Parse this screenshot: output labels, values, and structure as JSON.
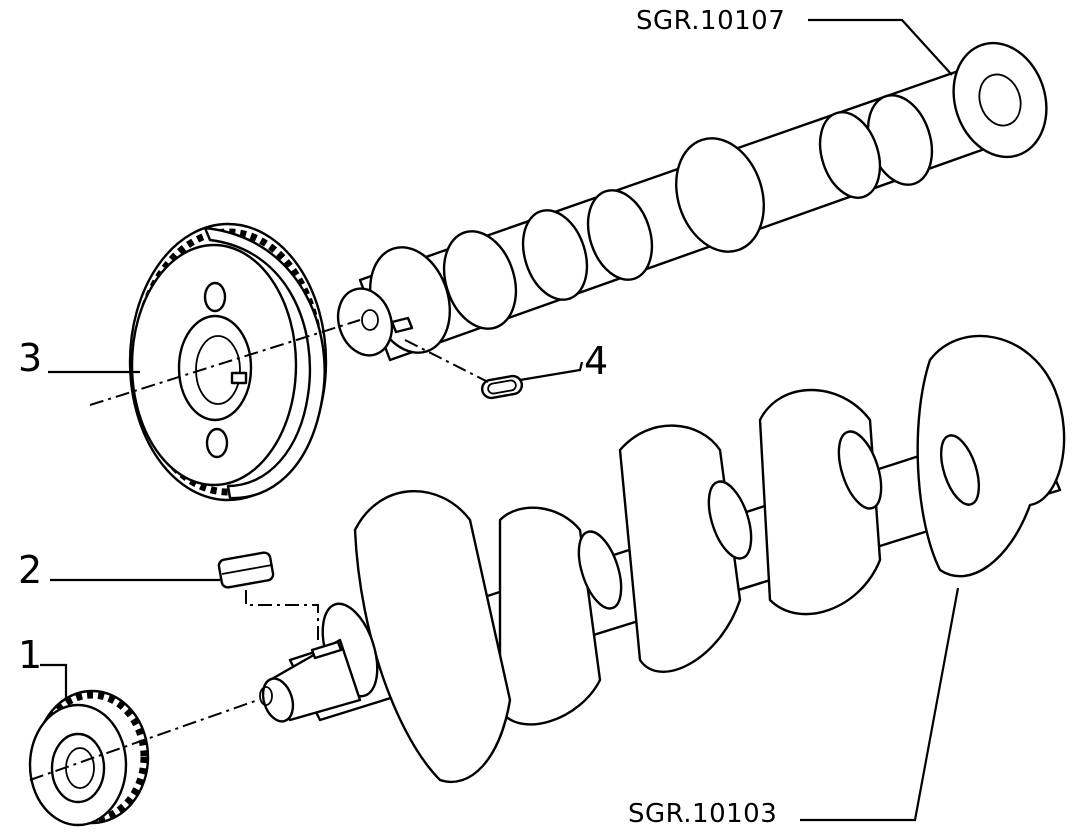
{
  "callouts": {
    "ref_camshaft": "SGR.10107",
    "ref_crankshaft": "SGR.10103",
    "item_1": "1",
    "item_2": "2",
    "item_3": "3",
    "item_4": "4"
  }
}
